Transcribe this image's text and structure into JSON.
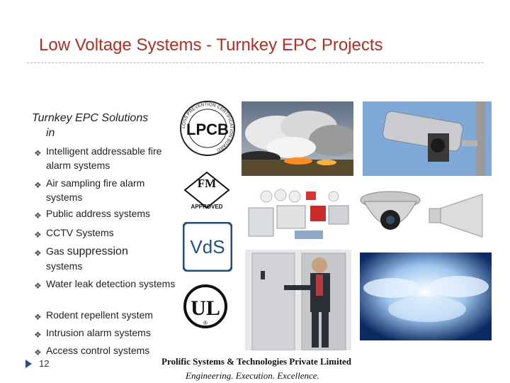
{
  "slide": {
    "title": "Low Voltage Systems - Turnkey EPC Projects",
    "subheading_line1": "Turnkey EPC Solutions",
    "subheading_line2": "in",
    "bullets": [
      "Intelligent addressable fire alarm systems",
      "Air sampling fire alarm systems",
      "Public address systems",
      "CCTV Systems",
      "Gas suppression systems",
      "Water leak detection systems",
      "Rodent repellent system",
      "Intrusion alarm systems",
      "Access control systems"
    ],
    "bullets_styled": {
      "gas_prefix": "Gas ",
      "gas_emph": "suppression",
      "gas_rest": "systems"
    },
    "page_number": "12",
    "footer_company": "Prolific Systems & Technologies Private Limited",
    "footer_tagline": "Engineering. Execution. Excellence."
  },
  "logos": {
    "lpcb": {
      "text": "LPCB",
      "ring_text": "LOSS PREVENTION CERTIFICATION BOARD"
    },
    "fm": {
      "text": "FM",
      "sub": "APPROVED"
    },
    "vds": {
      "text": "VdS"
    },
    "ul": {
      "text": "UL",
      "mark": "®"
    }
  },
  "colors": {
    "title": "#c0291f",
    "accent_blue": "#2b4f81"
  }
}
